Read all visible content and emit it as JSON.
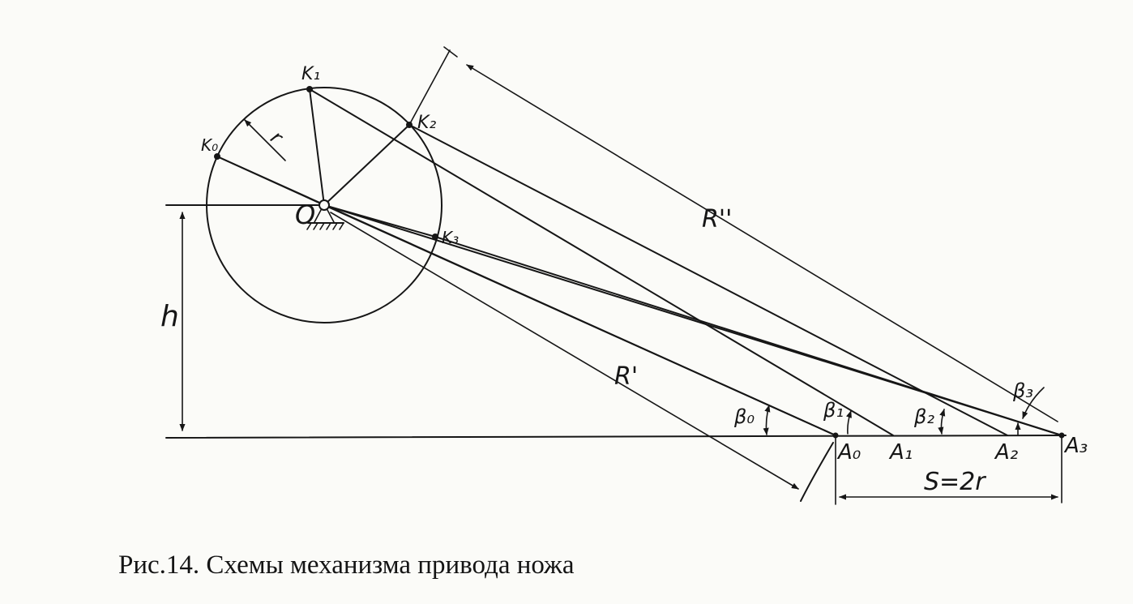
{
  "labels": {
    "k0": "K₀",
    "k1": "K₁",
    "k2": "K₂",
    "k3": "K₃",
    "o": "O",
    "r": "r",
    "h": "h",
    "r_prime": "R'",
    "r_double_prime": "R''",
    "beta0": "β₀",
    "beta1": "β₁",
    "beta2": "β₂",
    "beta3": "β₃",
    "a0": "A₀",
    "a1": "A₁",
    "a2": "A₂",
    "a3": "A₃",
    "stroke": "S=2r"
  },
  "caption": "Рис.14. Схемы механизма привода ножа",
  "colors": {
    "ink": "#161616",
    "paper": "#fbfbf8"
  }
}
